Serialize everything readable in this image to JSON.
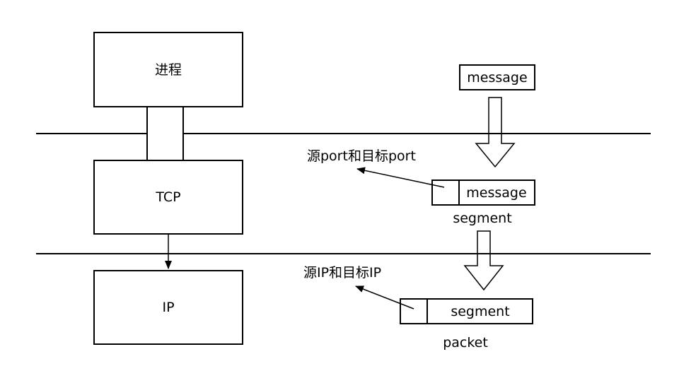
{
  "layers": {
    "process": "进程",
    "tcp": "TCP",
    "ip": "IP"
  },
  "units": {
    "message_top": "message",
    "message_in_segment": "message",
    "segment_label": "segment",
    "segment_in_packet": "segment",
    "packet_label": "packet"
  },
  "annotations": {
    "port_header": "源port和目标port",
    "ip_header": "源IP和目标IP"
  }
}
